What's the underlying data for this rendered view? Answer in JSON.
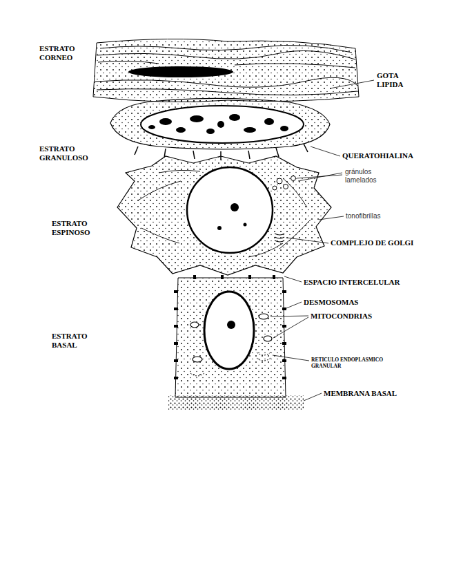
{
  "diagram": {
    "labels": [
      "ESTRATO CORNEO",
      "GOTA LIPIDA",
      "ESTRATO GRANULOSO",
      "QUERATOHIALINA",
      "gránulos lamelados",
      "tonofibrillas",
      "ESTRATO ESPINOSO",
      "COMPLEJO DE GOLGI",
      "ESPACIO INTERCELULAR",
      "DESMOSOMAS",
      "MITOCONDRIAS",
      "ESTRATO BASAL",
      "RETICULO ENDOPLASMICO GRANULAR",
      "MEMBRANA BASAL"
    ]
  }
}
